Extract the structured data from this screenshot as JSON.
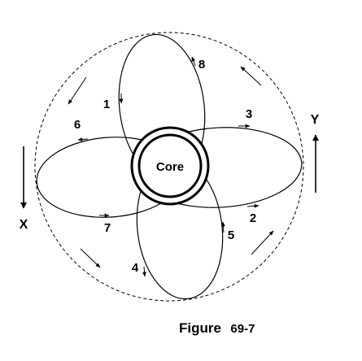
{
  "diagram": {
    "core_label": "Core",
    "loop_labels": [
      "1",
      "2",
      "3",
      "4",
      "5",
      "6",
      "7",
      "8"
    ],
    "axis_x_label": "X",
    "axis_y_label": "Y",
    "caption_word": "Figure",
    "caption_number": "69-7"
  }
}
